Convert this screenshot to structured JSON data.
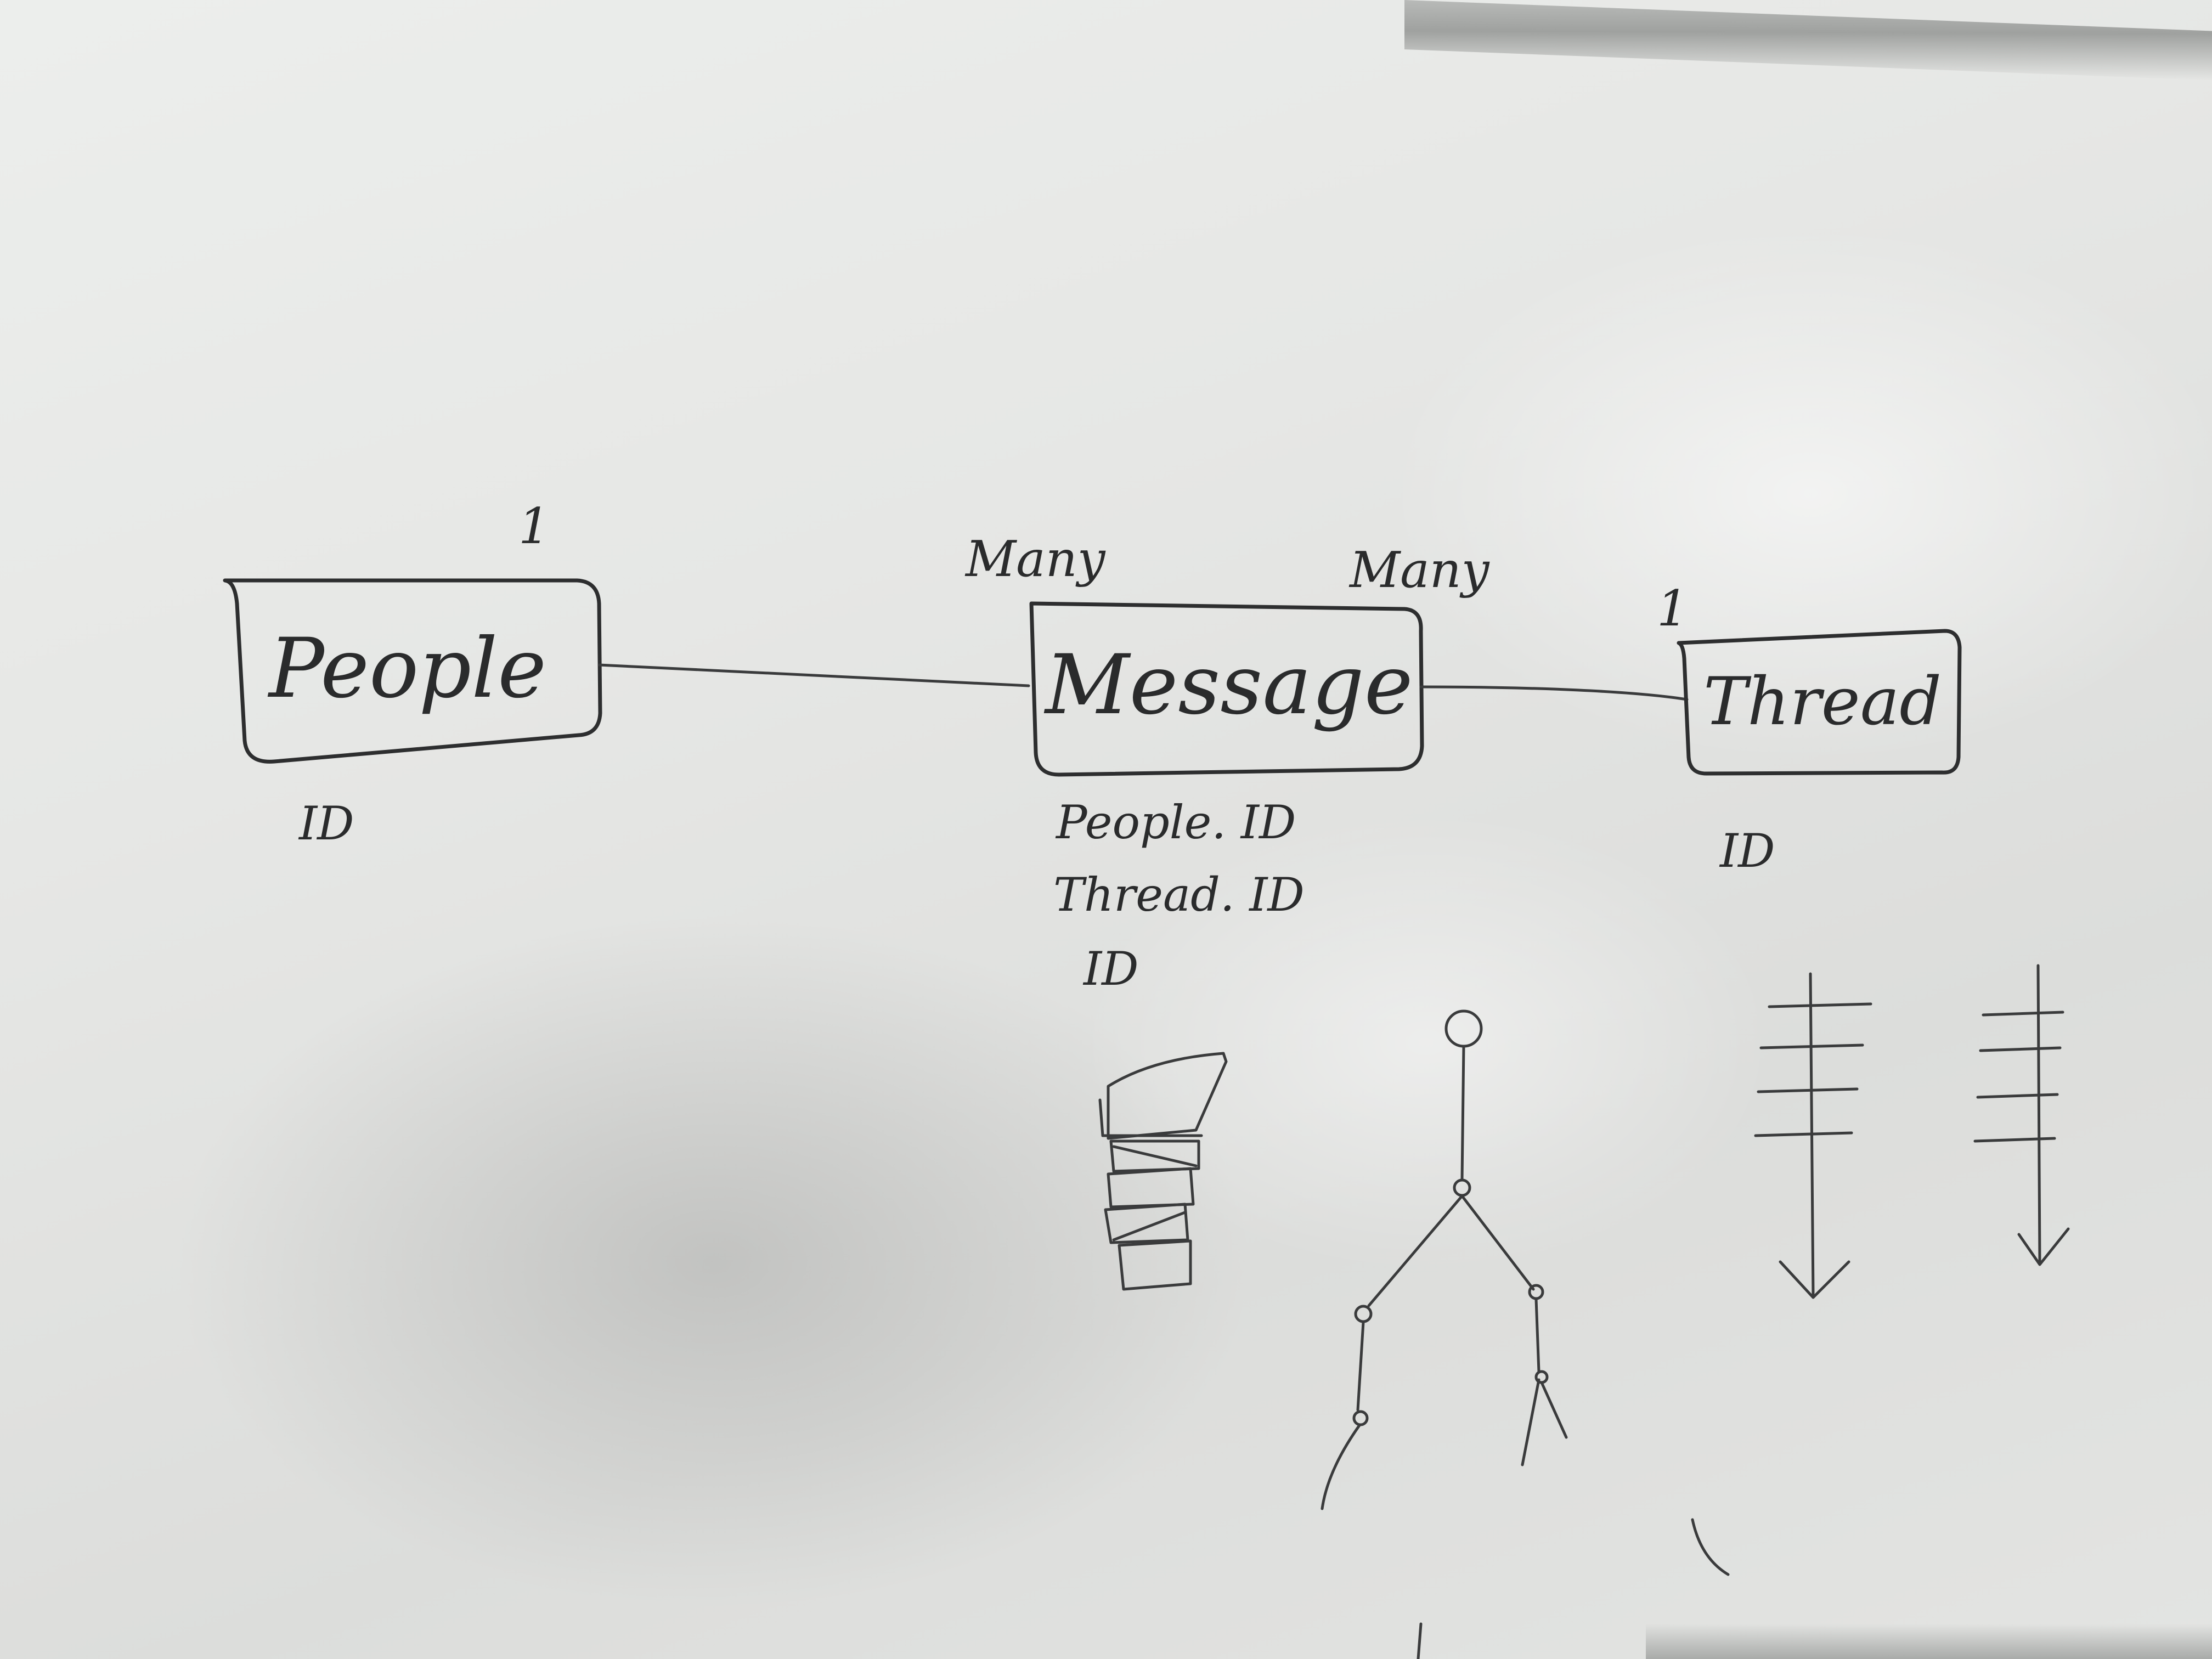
{
  "entities": {
    "people": {
      "label": "People",
      "attribute": "ID"
    },
    "message": {
      "label": "Message",
      "attributes": [
        "People. ID",
        "Thread. ID",
        "ID"
      ]
    },
    "thread": {
      "label": "Thread",
      "attribute": "ID"
    }
  },
  "relations": {
    "people_message": {
      "people_side": "1",
      "message_side": "Many"
    },
    "message_thread": {
      "message_side": "Many",
      "thread_side": "1"
    }
  },
  "sketches": [
    "stacked-blocks",
    "stick-figure",
    "down-arrow",
    "down-arrow-small"
  ]
}
